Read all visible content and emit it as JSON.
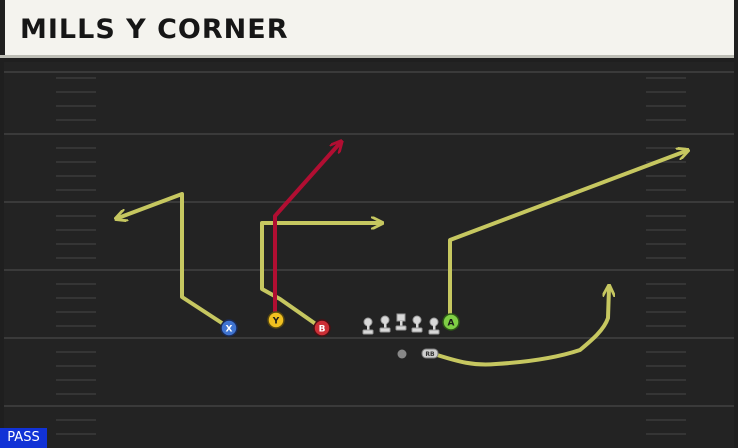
{
  "play": {
    "name": "MILLS Y CORNER",
    "type_badge": "PASS"
  },
  "players": {
    "x": "X",
    "y": "Y",
    "b": "B",
    "a": "A",
    "rb": "RB"
  },
  "colors": {
    "route": "#c6c760",
    "primary_route": "#b10e32",
    "x_receiver": "#3f74d1",
    "y_receiver": "#f0c020",
    "b_receiver": "#cc2f36",
    "a_receiver": "#7fcf45",
    "badge": "#1132d6"
  }
}
